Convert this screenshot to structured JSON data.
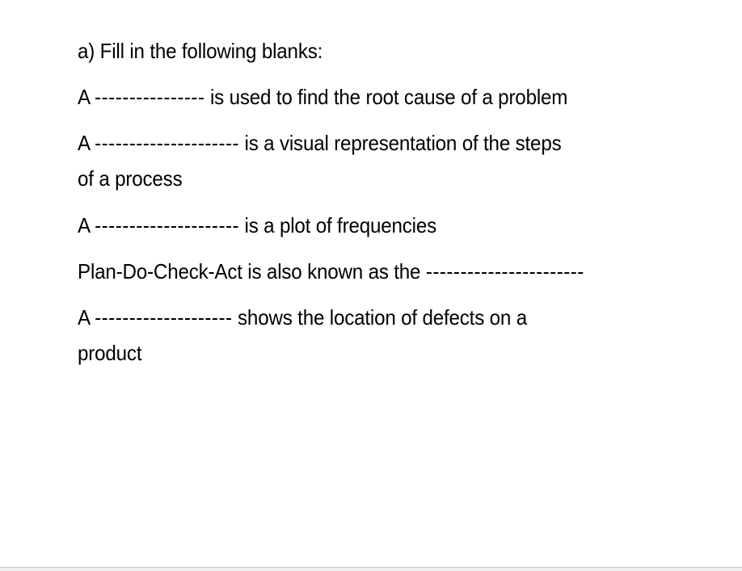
{
  "document": {
    "heading": "a) Fill in the following blanks:",
    "questions": [
      {
        "prefix": "A ",
        "blank": "----------------",
        "suffix": " is used to find the root cause of a problem",
        "continuation": ""
      },
      {
        "prefix": "A ",
        "blank": "---------------------",
        "suffix": " is a visual representation of the steps",
        "continuation": "of a process"
      },
      {
        "prefix": "A ",
        "blank": "---------------------",
        "suffix": " is a plot of frequencies",
        "continuation": ""
      },
      {
        "prefix": "Plan-Do-Check-Act is also known as the ",
        "blank": "-----------------------",
        "suffix": "",
        "continuation": ""
      },
      {
        "prefix": "A ",
        "blank": "--------------------",
        "suffix": " shows the location of defects on a",
        "continuation": "product"
      }
    ]
  }
}
